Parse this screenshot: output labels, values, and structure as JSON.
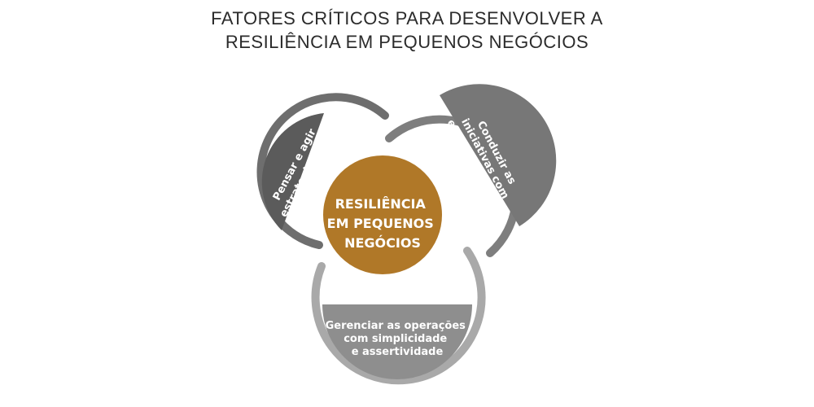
{
  "title": {
    "line1": "FATORES CRÍTICOS PARA DESENVOLVER A",
    "line2": "RESILIÊNCIA EM PEQUENOS NEGÓCIOS"
  },
  "center": {
    "lines": [
      "RESILIÊNCIA",
      "EM PEQUENOS",
      "NEGÓCIOS"
    ],
    "color": "#b07828"
  },
  "factors": [
    {
      "id": "left",
      "lines": [
        "Pensar e agir",
        "estrategicamente"
      ],
      "color": "#5b5b5b"
    },
    {
      "id": "right",
      "lines": [
        "Conduzir as",
        "iniciativas com",
        "eficácia e rapidez"
      ],
      "color": "#777777"
    },
    {
      "id": "bottom",
      "lines": [
        "Gerenciar as operações",
        "com simplicidade",
        "e assertividade"
      ],
      "color": "#8e8e8e"
    }
  ],
  "colors": {
    "ring": "#6e6e6e",
    "ring_light": "#a9a9a9"
  }
}
